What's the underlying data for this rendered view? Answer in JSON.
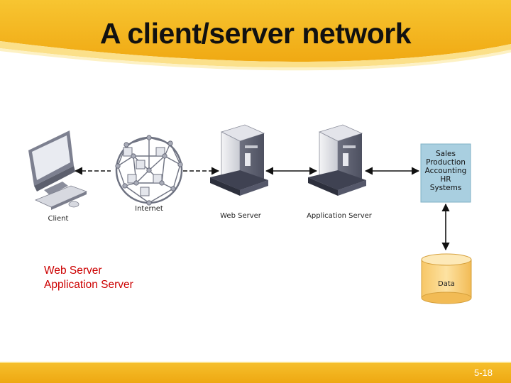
{
  "slide": {
    "title": "A client/server network",
    "page_number": "5-18"
  },
  "diagram": {
    "client_label": "Client",
    "internet_label": "Internet",
    "web_server_label": "Web Server",
    "app_server_label": "Application Server",
    "systems_lines": [
      "Sales",
      "Production",
      "Accounting",
      "HR",
      "Systems"
    ],
    "data_label": "Data"
  },
  "notes": {
    "line1": "Web Server",
    "line2": "Application Server"
  },
  "colors": {
    "header_gold": "#f2b21e",
    "header_light": "#fde9a0",
    "note_red": "#cc0000",
    "systems_box": "#a9cfe0",
    "database": "#fcd580"
  }
}
